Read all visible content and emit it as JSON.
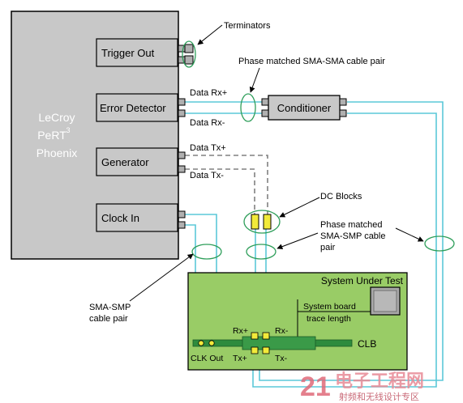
{
  "instrument": {
    "name_line1": "LeCroy",
    "name_line2": "PeRT",
    "name_superscript": "3",
    "name_line3": "Phoenix",
    "body_color": "#c8c8c8",
    "modules": [
      {
        "label": "Trigger Out"
      },
      {
        "label": "Error Detector"
      },
      {
        "label": "Generator"
      },
      {
        "label": "Clock In"
      }
    ]
  },
  "conditioner": {
    "label": "Conditioner",
    "color": "#c8c8c8"
  },
  "signals": {
    "rx_plus": "Data Rx+",
    "rx_minus": "Data Rx-",
    "tx_plus": "Data Tx+",
    "tx_minus": "Data Tx-"
  },
  "annotations": {
    "terminators": "Terminators",
    "phase_sma_sma": "Phase matched SMA-SMA cable pair",
    "dc_blocks": "DC Blocks",
    "phase_sma_smp_l1": "Phase matched",
    "phase_sma_smp_l2": "SMA-SMP cable",
    "phase_sma_smp_l3": "pair",
    "sma_smp_l1": "SMA-SMP",
    "sma_smp_l2": "cable pair"
  },
  "sut": {
    "title": "System Under Test",
    "trace_l1": "System board",
    "trace_l2": "trace length",
    "clb": "CLB",
    "clk_out": "CLK Out",
    "rx_plus": "Rx+",
    "rx_minus": "Rx-",
    "tx_plus": "Tx+",
    "tx_minus": "Tx-",
    "board_color": "#99cc66",
    "clb_color": "#2e8b3d"
  },
  "watermark": {
    "number": "21",
    "cn_top": "电子工程网",
    "cn_bottom": "射频和无线设计专区"
  },
  "colors": {
    "cable": "#5bc8d8",
    "ellipse": "#2e9e5a",
    "connector": "#b0b0b0",
    "dc_block": "#f2ea3a",
    "pad": "#f2ea3a"
  }
}
